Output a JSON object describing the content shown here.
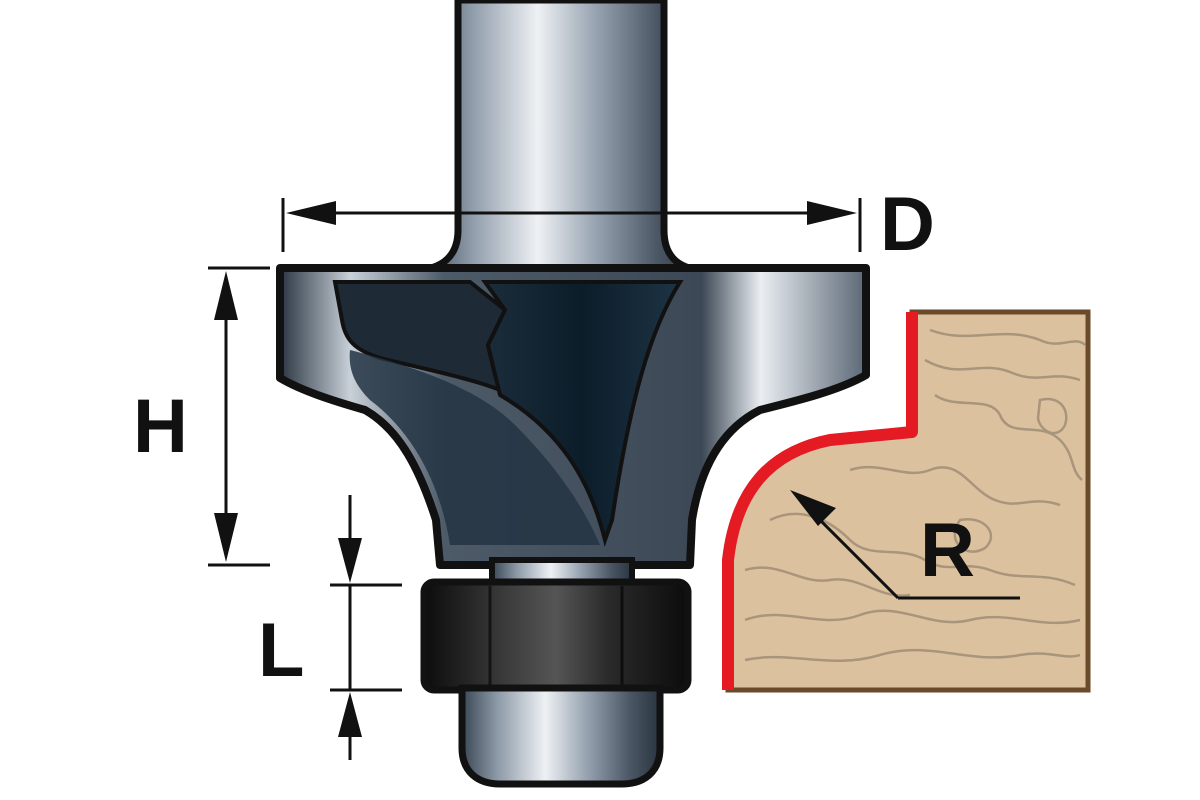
{
  "labels": {
    "diameter": "D",
    "height": "H",
    "bearing_length": "L",
    "radius": "R"
  },
  "colors": {
    "outline": "#111111",
    "steel_light": "#d8dde3",
    "steel_mid": "#6e7b8a",
    "steel_dark": "#2a3440",
    "carbide": "#0f2230",
    "bearing": "#1a1a1a",
    "wood": "#dcc19f",
    "wood_grain": "#a8957c",
    "wood_border": "#6b4a2a",
    "profile_cut": "#e41b23"
  }
}
